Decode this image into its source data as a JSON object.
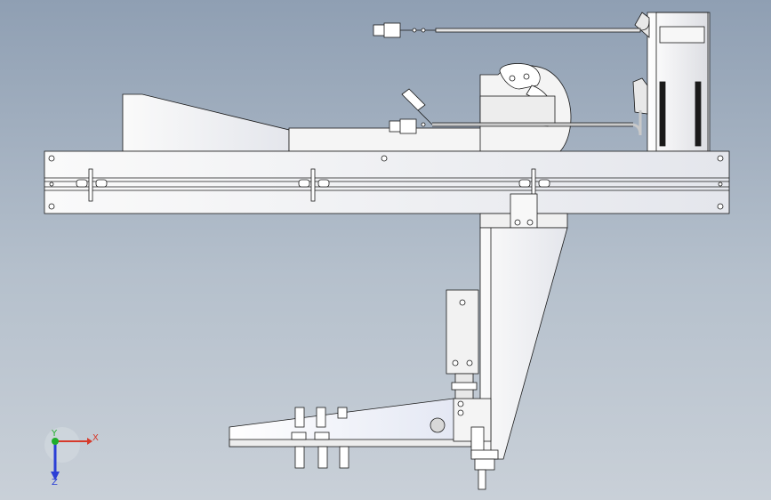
{
  "viewport": {
    "background_top": "#8f9fb3",
    "background_bottom": "#c9d0d8",
    "line_color": "#1a1a1a",
    "part_fill": "#f2f2f2",
    "part_shade": "#d6d8de"
  },
  "triad": {
    "x_label": "X",
    "y_label": "Y",
    "z_label": "Z",
    "x_color": "#d63a2b",
    "y_color": "#1fae2b",
    "z_color": "#2b3fd6"
  }
}
